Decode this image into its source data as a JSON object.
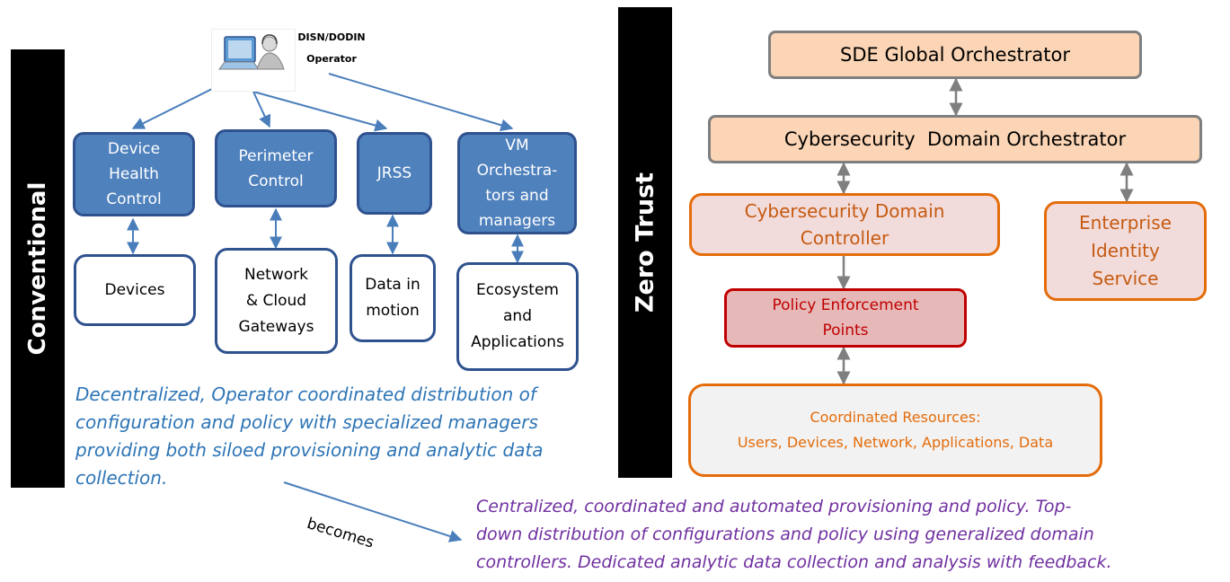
{
  "conventional": {
    "side_label": "Conventional",
    "operator": {
      "line1": "DISN/DODIN",
      "line2": "Operator"
    },
    "controllers": [
      "Device\nHealth\nControl",
      "Perimeter\nControl",
      "JRSS",
      "VM\nOrchestra-\ntors and\nmanagers"
    ],
    "resources": [
      "Devices",
      "Network\n& Cloud\nGateways",
      "Data in\nmotion",
      "Ecosystem\nand\nApplications"
    ],
    "description": "Decentralized, Operator coordinated distribution of configuration and policy with specialized managers providing both siloed provisioning and analytic data collection."
  },
  "transition": {
    "label": "becomes"
  },
  "zero_trust": {
    "side_label": "Zero Trust",
    "global_orchestrator": "SDE Global Orchestrator",
    "domain_orchestrator": "Cybersecurity  Domain Orchestrator",
    "domain_controller": "Cybersecurity  Domain\nController",
    "identity_service": "Enterprise\nIdentity\nService",
    "policy_points": "Policy Enforcement\nPoints",
    "resources": "Coordinated Resources:\nUsers, Devices, Network, Applications, Data",
    "description": [
      "Centralized, coordinated and automated provisioning and policy. Top-",
      "down distribution of configurations and policy using generalized domain",
      "controllers. Dedicated analytic data collection and analysis with feedback."
    ]
  },
  "colors": {
    "conventional_box": "#4f81bd",
    "conventional_border": "#2f528f",
    "orchestrator_fill": "#fbd5b5",
    "controller_border": "#e46c0a",
    "policy_fill": "#e6b9b8",
    "policy_border": "#c00000",
    "blue_text": "#2e75b6",
    "purple_text": "#7030a0"
  }
}
